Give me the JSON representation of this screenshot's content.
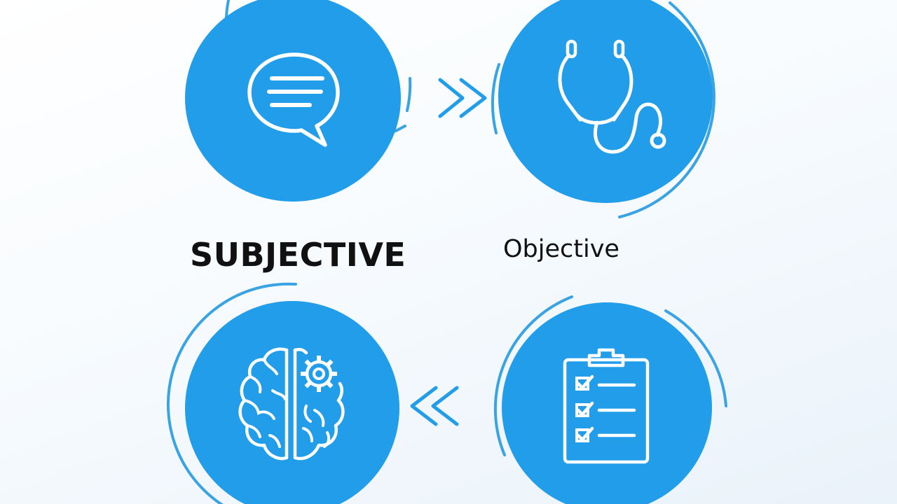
{
  "diagram": {
    "labels": {
      "subjective": "SUBJECTIVE",
      "objective": "Objective"
    },
    "nodes": [
      {
        "id": "subjective",
        "icon": "speech-bubble-icon"
      },
      {
        "id": "objective",
        "icon": "stethoscope-icon"
      },
      {
        "id": "assessment",
        "icon": "brain-gear-icon"
      },
      {
        "id": "plan",
        "icon": "clipboard-checklist-icon"
      }
    ],
    "arrows": [
      {
        "from": "subjective",
        "to": "objective",
        "icon": "double-chevron-right-icon"
      },
      {
        "from": "plan",
        "to": "assessment",
        "icon": "double-chevron-left-icon"
      }
    ],
    "colors": {
      "circle_fill": "#229dea",
      "ring_stroke": "#3aa3e4",
      "icon_stroke": "#ffffff",
      "text": "#111111"
    }
  }
}
